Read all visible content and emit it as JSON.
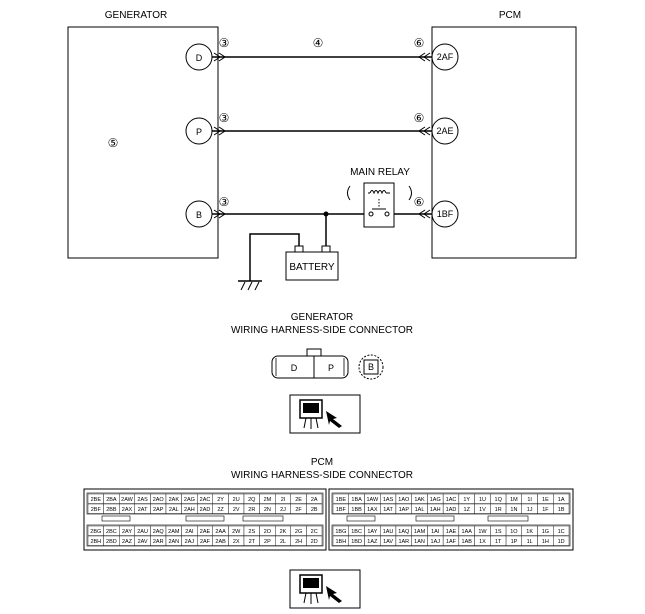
{
  "generator_label": "GENERATOR",
  "pcm_label": "PCM",
  "main_relay_label": "MAIN RELAY",
  "battery_label": "BATTERY",
  "callouts": {
    "harness": "③",
    "wire": "④",
    "generator": "⑤",
    "pcm_harness": "⑥"
  },
  "gen_terminals": [
    "D",
    "P",
    "B"
  ],
  "pcm_terminals": [
    "2AF",
    "2AE",
    "1BF"
  ],
  "gen_conn_title_1": "GENERATOR",
  "gen_conn_title_2": "WIRING HARNESS-SIDE CONNECTOR",
  "gen_conn_pins": [
    "D",
    "P",
    "B"
  ],
  "pcm_conn_title_1": "PCM",
  "pcm_conn_title_2": "WIRING HARNESS-SIDE CONNECTOR",
  "pcm_left": {
    "row1": [
      "2BE",
      "2BA",
      "2AW",
      "2AS",
      "2AO",
      "2AK",
      "2AG",
      "2AC",
      "2Y",
      "2U",
      "2Q",
      "2M",
      "2I",
      "2E",
      "2A"
    ],
    "row2": [
      "2BF",
      "2BB",
      "2AX",
      "2AT",
      "2AP",
      "2AL",
      "2AH",
      "2AD",
      "2Z",
      "2V",
      "2R",
      "2N",
      "2J",
      "2F",
      "2B"
    ],
    "row3": [
      "2BG",
      "2BC",
      "2AY",
      "2AU",
      "2AQ",
      "2AM",
      "2AI",
      "2AE",
      "2AA",
      "2W",
      "2S",
      "2O",
      "2K",
      "2G",
      "2C"
    ],
    "row4": [
      "2BH",
      "2BD",
      "2AZ",
      "2AV",
      "2AR",
      "2AN",
      "2AJ",
      "2AF",
      "2AB",
      "2X",
      "2T",
      "2P",
      "2L",
      "2H",
      "2D"
    ]
  },
  "pcm_right": {
    "row1": [
      "1BE",
      "1BA",
      "1AW",
      "1AS",
      "1AO",
      "1AK",
      "1AG",
      "1AC",
      "1Y",
      "1U",
      "1Q",
      "1M",
      "1I",
      "1E",
      "1A"
    ],
    "row2": [
      "1BF",
      "1BB",
      "1AX",
      "1AT",
      "1AP",
      "1AL",
      "1AH",
      "1AD",
      "1Z",
      "1V",
      "1R",
      "1N",
      "1J",
      "1F",
      "1B"
    ],
    "row3": [
      "1BG",
      "1BC",
      "1AY",
      "1AU",
      "1AQ",
      "1AM",
      "1AI",
      "1AE",
      "1AA",
      "1W",
      "1S",
      "1O",
      "1K",
      "1G",
      "1C"
    ],
    "row4": [
      "1BH",
      "1BD",
      "1AZ",
      "1AV",
      "1AR",
      "1AN",
      "1AJ",
      "1AF",
      "1AB",
      "1X",
      "1T",
      "1P",
      "1L",
      "1H",
      "1D"
    ]
  }
}
